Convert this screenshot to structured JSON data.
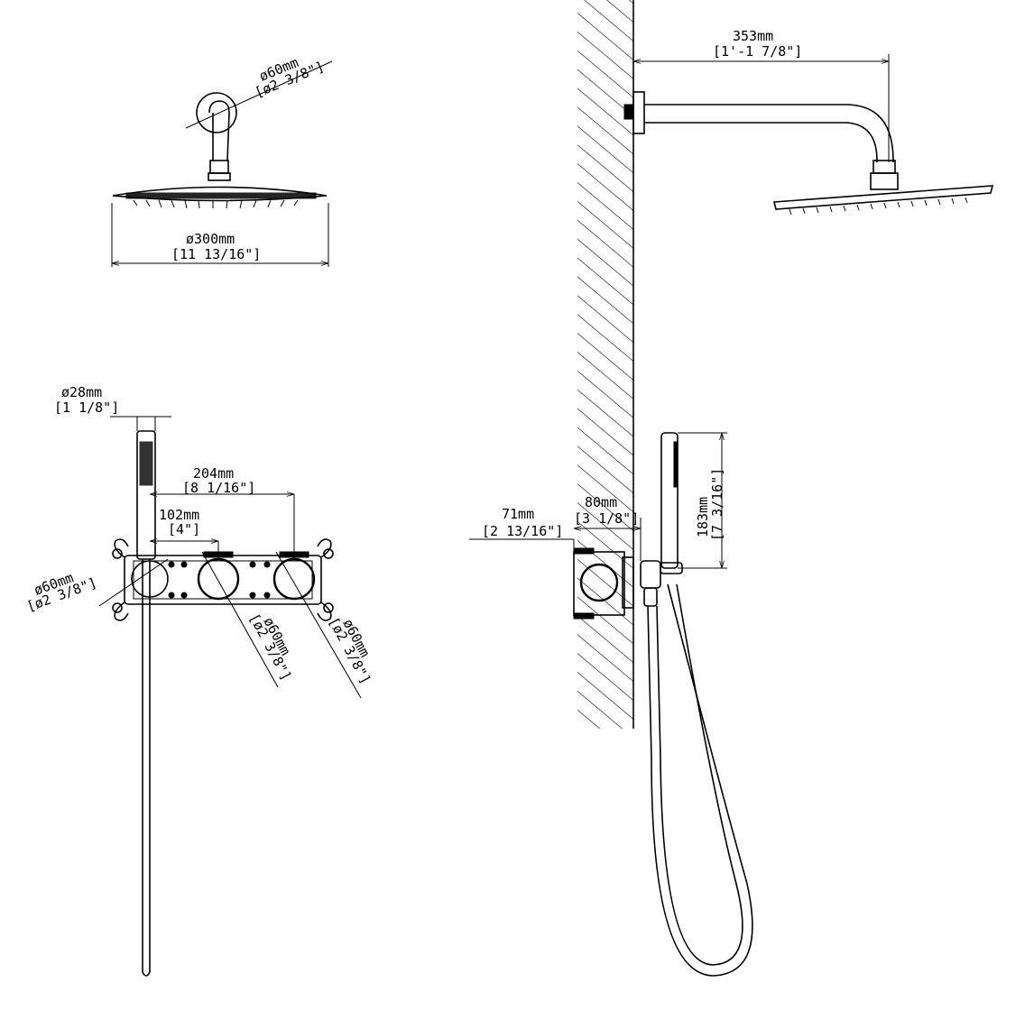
{
  "top_view_shower_head": {
    "arm_diameter": {
      "mm": "ø60mm",
      "inch": "[ø2 3/8\"]"
    },
    "head_diameter": {
      "mm": "ø300mm",
      "inch": "[11 13/16\"]"
    }
  },
  "side_view_shower_head": {
    "arm_length": {
      "mm": "353mm",
      "inch": "[1'-1 7/8\"]"
    }
  },
  "front_view_valve": {
    "handshower_diameter": {
      "mm": "ø28mm",
      "inch": "[1 1/8\"]"
    },
    "outer_spacing": {
      "mm": "204mm",
      "inch": "[8 1/16\"]"
    },
    "inner_spacing": {
      "mm": "102mm",
      "inch": "[4\"]"
    },
    "left_trim": {
      "mm": "ø60mm",
      "inch": "[ø2 3/8\"]"
    },
    "middle_trim": {
      "mm": "ø60mm",
      "inch": "[ø2 3/8\"]"
    },
    "right_trim": {
      "mm": "ø60mm",
      "inch": "[ø2 3/8\"]"
    }
  },
  "side_view_valve": {
    "rough_in_depth": {
      "mm": "71mm",
      "inch": "[2 13/16\"]"
    },
    "projection": {
      "mm": "80mm",
      "inch": "[3 1/8\"]"
    },
    "handshower_height": {
      "mm": "183mm",
      "inch": "[7 3/16\"]"
    }
  },
  "colors": {
    "line": "#000000",
    "background": "#ffffff"
  }
}
